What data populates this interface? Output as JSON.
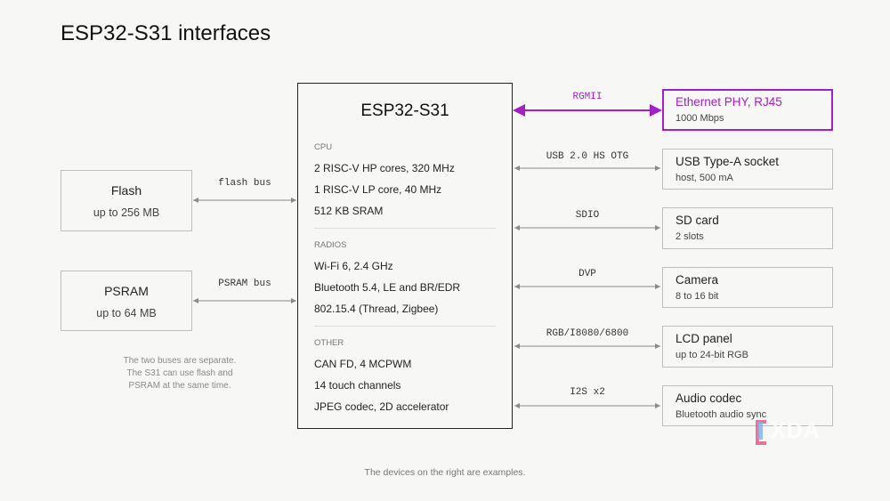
{
  "title": "ESP32-S31 interfaces",
  "chip": {
    "name": "ESP32-S31",
    "sections": [
      {
        "label": "CPU",
        "rows": [
          "2 RISC-V HP cores, 320 MHz",
          "1 RISC-V LP core, 40 MHz",
          "512 KB SRAM"
        ]
      },
      {
        "label": "RADIOS",
        "rows": [
          "Wi-Fi 6, 2.4 GHz",
          "Bluetooth 5.4, LE and BR/EDR",
          "802.15.4 (Thread, Zigbee)"
        ]
      },
      {
        "label": "OTHER",
        "rows": [
          "CAN FD, 4 MCPWM",
          "14 touch channels",
          "JPEG codec, 2D accelerator"
        ]
      }
    ]
  },
  "left": [
    {
      "name": "Flash",
      "sub": "up to 256 MB",
      "bus": "flash bus"
    },
    {
      "name": "PSRAM",
      "sub": "up to 64 MB",
      "bus": "PSRAM bus"
    }
  ],
  "right": [
    {
      "name": "Ethernet PHY, RJ45",
      "sub": "1000 Mbps",
      "bus": "RGMII"
    },
    {
      "name": "USB Type-A socket",
      "sub": "host, 500 mA",
      "bus": "USB 2.0 HS OTG"
    },
    {
      "name": "SD card",
      "sub": "2 slots",
      "bus": "SDIO"
    },
    {
      "name": "Camera",
      "sub": "8 to 16 bit",
      "bus": "DVP"
    },
    {
      "name": "LCD panel",
      "sub": "up to 24-bit RGB",
      "bus": "RGB/I8080/6800"
    },
    {
      "name": "Audio codec",
      "sub": "Bluetooth audio sync",
      "bus": "I2S x2"
    }
  ],
  "note": [
    "The two buses are separate.",
    "The S31 can use flash and",
    "PSRAM at the same time."
  ],
  "footer": "The devices on the right are examples.",
  "watermark": "XDA",
  "colors": {
    "accent": "#a321c4",
    "line": "#8a8a8a",
    "box_border": "#bdbdbd"
  }
}
